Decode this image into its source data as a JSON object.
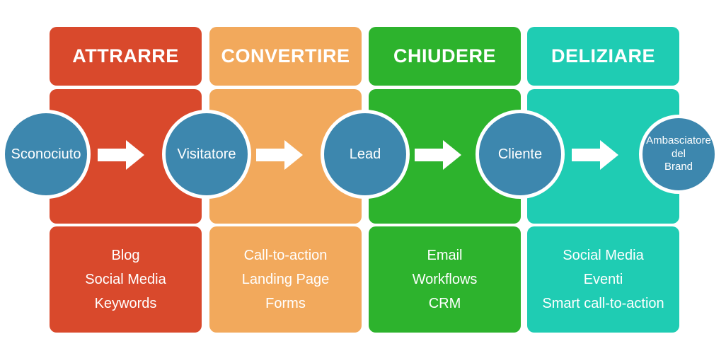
{
  "stages": [
    {
      "title": "ATTRARRE",
      "color": "#d9492c",
      "items": [
        "Blog",
        "Social Media",
        "Keywords"
      ]
    },
    {
      "title": "CONVERTIRE",
      "color": "#f2a95c",
      "items": [
        "Call-to-action",
        "Landing Page",
        "Forms"
      ]
    },
    {
      "title": "CHIUDERE",
      "color": "#2db32d",
      "items": [
        "Email",
        "Workflows",
        "CRM"
      ]
    },
    {
      "title": "DELIZIARE",
      "color": "#1fccb3",
      "items": [
        "Social Media",
        "Eventi",
        "Smart call-to-action"
      ]
    }
  ],
  "personas": [
    {
      "label": "Sconociuto"
    },
    {
      "label": "Visitatore"
    },
    {
      "label": "Lead"
    },
    {
      "label": "Cliente"
    },
    {
      "label": "Ambasciatore\ndel\nBrand"
    }
  ],
  "colors": {
    "circle_fill": "#3d87ae",
    "circle_border": "#ffffff",
    "arrow": "#ffffff",
    "text": "#ffffff"
  }
}
